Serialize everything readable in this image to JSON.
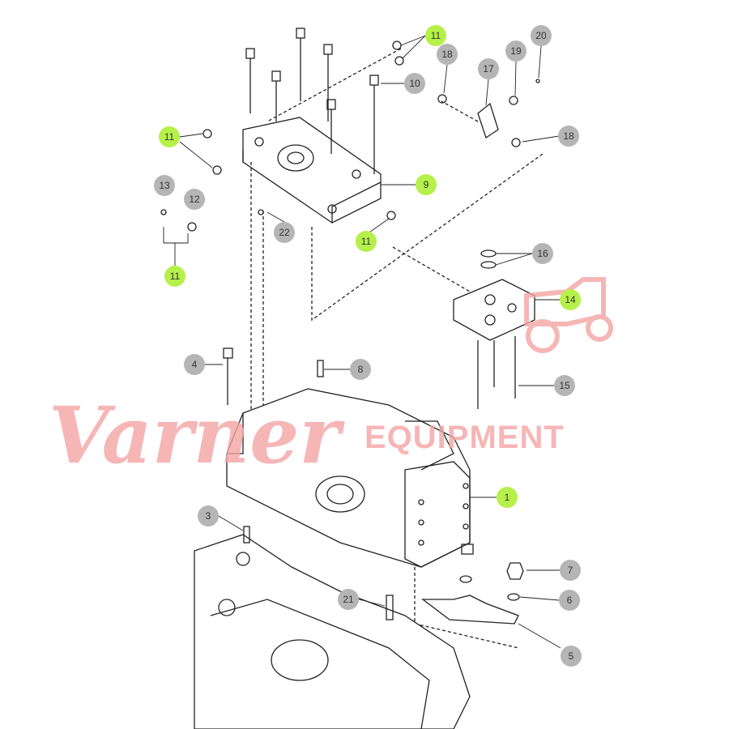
{
  "diagram": {
    "title": "Hydraulic lift cover exploded parts diagram",
    "colors": {
      "green_callout": "#b6f04a",
      "gray_callout": "#b5b5b5",
      "watermark": "#f4a5a5",
      "line": "#222222"
    },
    "callouts": [
      {
        "label": "11",
        "style": "green"
      },
      {
        "label": "18",
        "style": "gray"
      },
      {
        "label": "17",
        "style": "gray"
      },
      {
        "label": "19",
        "style": "gray"
      },
      {
        "label": "20",
        "style": "gray"
      },
      {
        "label": "10",
        "style": "gray"
      },
      {
        "label": "18",
        "style": "gray"
      },
      {
        "label": "11",
        "style": "green"
      },
      {
        "label": "9",
        "style": "green"
      },
      {
        "label": "13",
        "style": "gray"
      },
      {
        "label": "12",
        "style": "gray"
      },
      {
        "label": "22",
        "style": "gray"
      },
      {
        "label": "11",
        "style": "green"
      },
      {
        "label": "11",
        "style": "green"
      },
      {
        "label": "16",
        "style": "gray"
      },
      {
        "label": "14",
        "style": "green"
      },
      {
        "label": "4",
        "style": "gray"
      },
      {
        "label": "8",
        "style": "gray"
      },
      {
        "label": "15",
        "style": "gray"
      },
      {
        "label": "1",
        "style": "green"
      },
      {
        "label": "3",
        "style": "gray"
      },
      {
        "label": "7",
        "style": "gray"
      },
      {
        "label": "6",
        "style": "gray"
      },
      {
        "label": "21",
        "style": "gray"
      },
      {
        "label": "5",
        "style": "gray"
      }
    ],
    "watermark": {
      "script": "Varner",
      "block": "EQUIPMENT"
    }
  }
}
